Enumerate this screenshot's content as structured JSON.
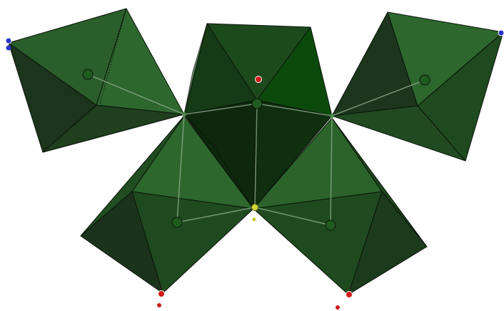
{
  "scene": {
    "background": "#ffffff",
    "face_colors": {
      "dark": "#1c331c",
      "mid": "#1e4a1e",
      "light": "#2d6a2d",
      "bright": "#236b23",
      "deep": "#0f2a0f"
    },
    "edge_color": "#0a140a",
    "bond_color": "#8aa88a",
    "atom_colors": {
      "central": "#1f5a1f",
      "oxygen": "#d11a1a",
      "sulfur": "#d8d83a",
      "nitrogen": "#2a35c8"
    },
    "octahedra": [
      {
        "name": "upper-left"
      },
      {
        "name": "top-center"
      },
      {
        "name": "upper-right"
      },
      {
        "name": "lower-left"
      },
      {
        "name": "lower-right"
      }
    ]
  }
}
